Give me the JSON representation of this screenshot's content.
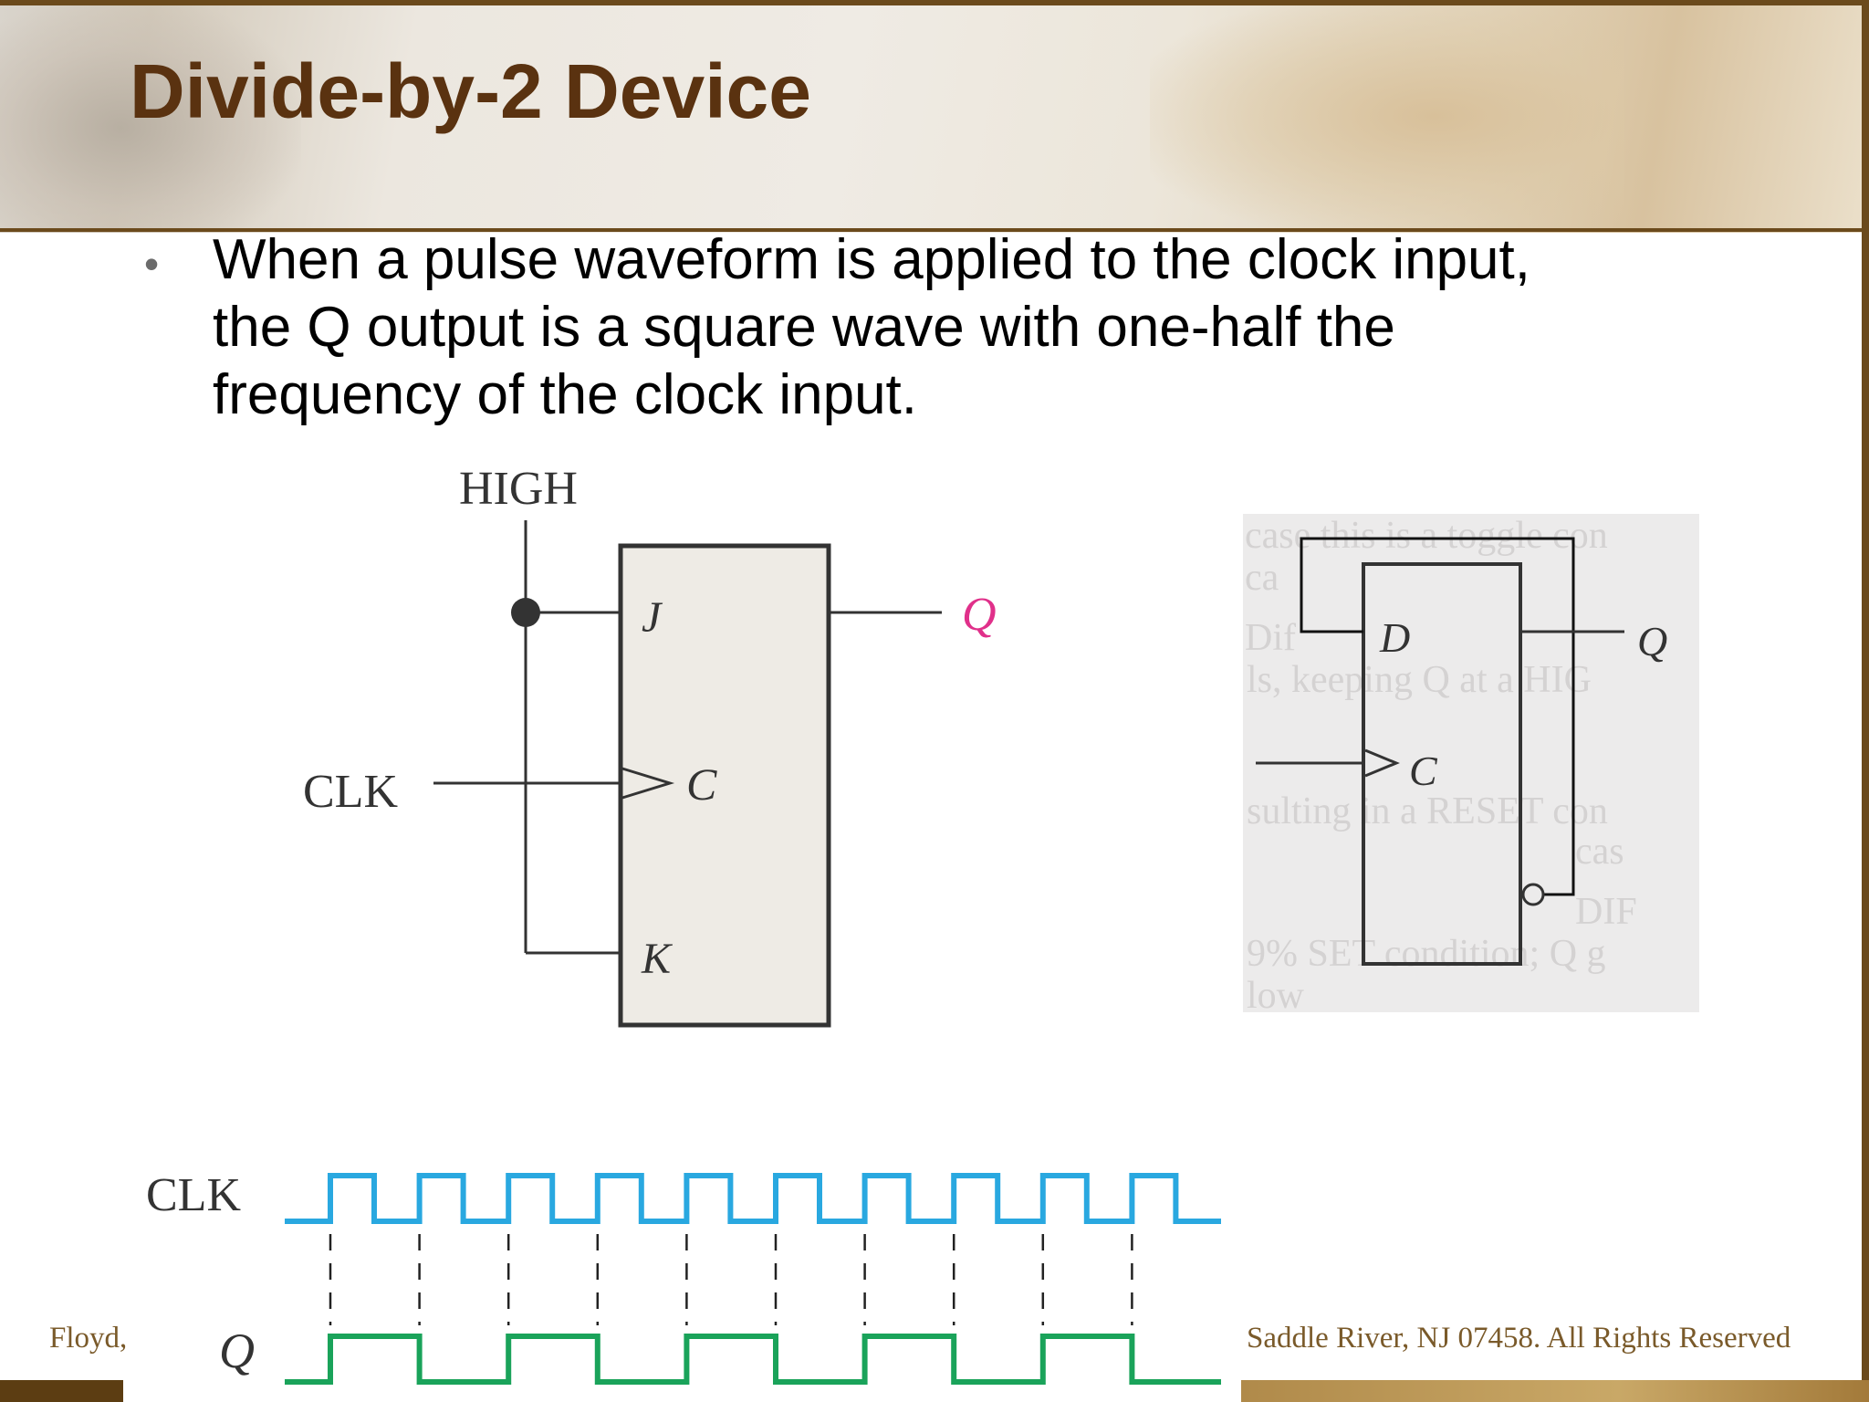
{
  "slide": {
    "title": "Divide-by-2 Device",
    "bullet": {
      "lines": [
        "When a pulse waveform is applied to the clock input,",
        "the Q output is a square wave with one-half the",
        "frequency of the clock input."
      ]
    }
  },
  "jk_diagram": {
    "high_label": "HIGH",
    "clk_label": "CLK",
    "j_label": "J",
    "c_label": "C",
    "k_label": "K",
    "q_label": "Q"
  },
  "d_diagram": {
    "d_label": "D",
    "c_label": "C",
    "q_label": "Q",
    "background_text": [
      "case this is a toggle con",
      "ca",
      "Dif",
      "ls, keeping Q at a HIG",
      "sulting in a RESET con",
      "cas",
      "DIF",
      "9% SET condition; Q g",
      "low"
    ]
  },
  "timing": {
    "clk_label": "CLK",
    "q_label": "Q",
    "clk_pulses": 10,
    "clk_color": "#29a8e0",
    "q_color": "#1aa35a"
  },
  "footer": {
    "left": "Floyd,",
    "right": "Saddle River, NJ 07458. All Rights Reserved"
  },
  "colors": {
    "title": "#5a3210",
    "accent_brown": "#6b4a1c",
    "q_magenta": "#e0308a"
  }
}
